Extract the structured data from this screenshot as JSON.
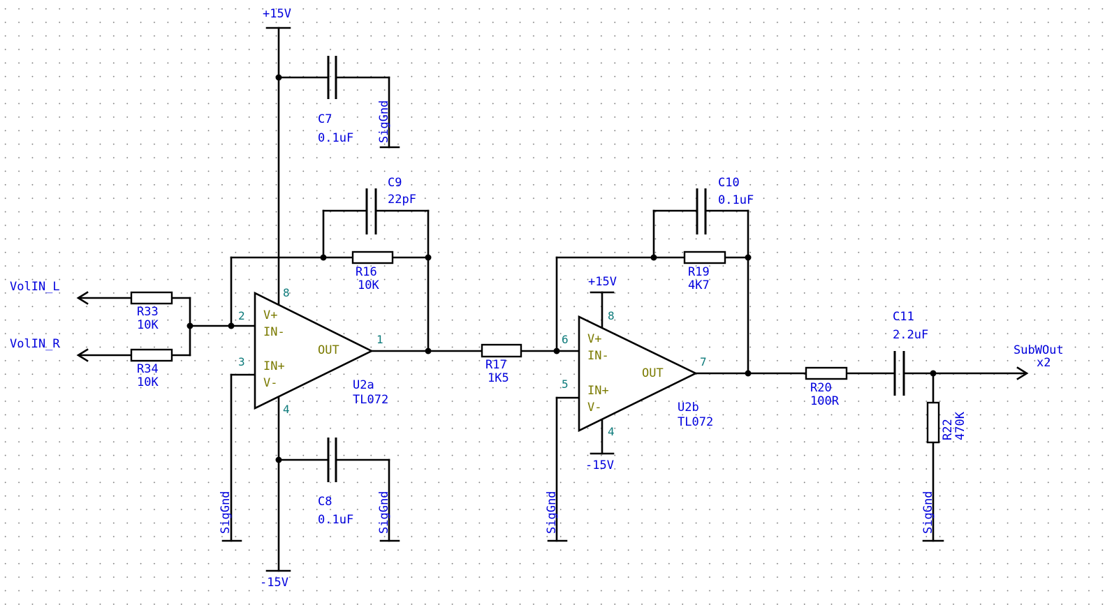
{
  "colors": {
    "wire": "#000000",
    "label": "#0000dd",
    "pin_number": "#0c7a7a",
    "amp_pin_name": "#7a7a00",
    "grid_dot": "#7f7f7f"
  },
  "rails": {
    "pos_top": "+15V",
    "neg_bottom": "-15V",
    "u2b_pos": "+15V",
    "u2b_neg": "-15V"
  },
  "ports": {
    "vol_in_l": "VolIN_L",
    "vol_in_r": "VolIN_R",
    "out_name": "SubWOut",
    "out_mult": "x2"
  },
  "gnd": "SigGnd",
  "components": {
    "c7": {
      "ref": "C7",
      "val": "0.1uF"
    },
    "c8": {
      "ref": "C8",
      "val": "0.1uF"
    },
    "c9": {
      "ref": "C9",
      "val": "22pF"
    },
    "c10": {
      "ref": "C10",
      "val": "0.1uF"
    },
    "c11": {
      "ref": "C11",
      "val": "2.2uF"
    },
    "r16": {
      "ref": "R16",
      "val": "10K"
    },
    "r17": {
      "ref": "R17",
      "val": "1K5"
    },
    "r19": {
      "ref": "R19",
      "val": "4K7"
    },
    "r20": {
      "ref": "R20",
      "val": "100R"
    },
    "r22": {
      "ref": "R22",
      "val": "470K"
    },
    "r33": {
      "ref": "R33",
      "val": "10K"
    },
    "r34": {
      "ref": "R34",
      "val": "10K"
    }
  },
  "opamps": {
    "u2a": {
      "ref": "U2a",
      "part": "TL072",
      "pins": {
        "vp": "8",
        "inm": "2",
        "inp": "3",
        "vn": "4",
        "out": "1"
      }
    },
    "u2b": {
      "ref": "U2b",
      "part": "TL072",
      "pins": {
        "vp": "8",
        "inm": "6",
        "inp": "5",
        "vn": "4",
        "out": "7"
      }
    },
    "pin_names": {
      "vp": "V+",
      "inm": "IN-",
      "inp": "IN+",
      "vn": "V-",
      "out": "OUT"
    }
  }
}
